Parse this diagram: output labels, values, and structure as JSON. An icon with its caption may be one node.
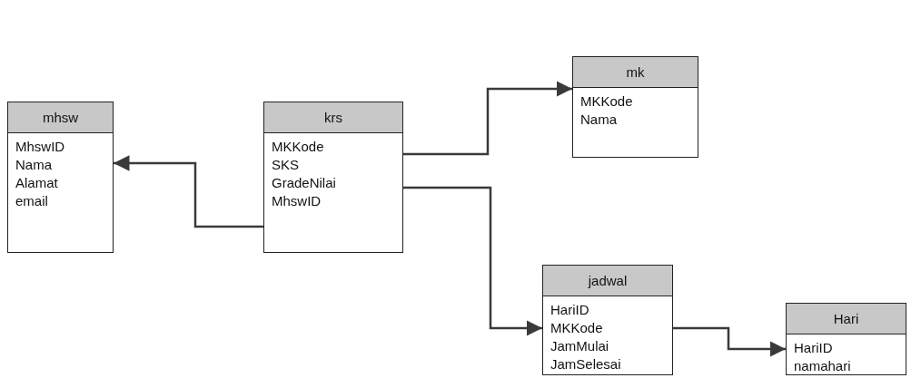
{
  "diagram": {
    "nodes": [
      {
        "text": [
          "mhsw",
          "MhswID",
          "Nama",
          "Alamat",
          "email"
        ]
      },
      {
        "text": [
          "krs",
          "MKKode",
          "SKS",
          "GradeNilai",
          "MhswID"
        ]
      },
      {
        "text": [
          "mk",
          "MKKode",
          "Nama"
        ]
      },
      {
        "text": [
          "jadwal",
          "HariID",
          "MKKode",
          "JamMulai",
          "JamSelesai"
        ]
      },
      {
        "text": [
          "Hari",
          "HariID",
          "namahari"
        ]
      }
    ],
    "edges": [
      {
        "from": 1,
        "to": 0,
        "arrow": "to"
      },
      {
        "from": 1,
        "to": 2,
        "arrow": "to"
      },
      {
        "from": 1,
        "to": 3,
        "arrow": "to"
      },
      {
        "from": 3,
        "to": 4,
        "arrow": "to"
      }
    ]
  }
}
